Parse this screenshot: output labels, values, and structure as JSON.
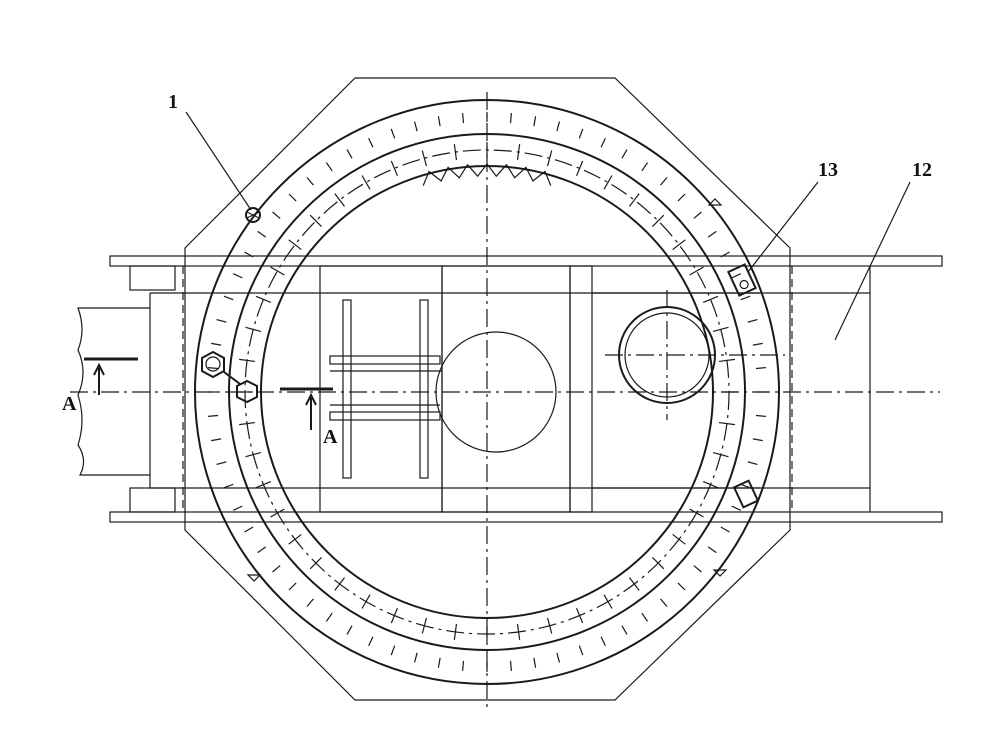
{
  "labels": {
    "part_1": "1",
    "part_13": "13",
    "part_12": "12",
    "section_left": "A",
    "section_center": "A"
  },
  "colors": {
    "line": "#1a1a1a",
    "background": "#ffffff"
  }
}
